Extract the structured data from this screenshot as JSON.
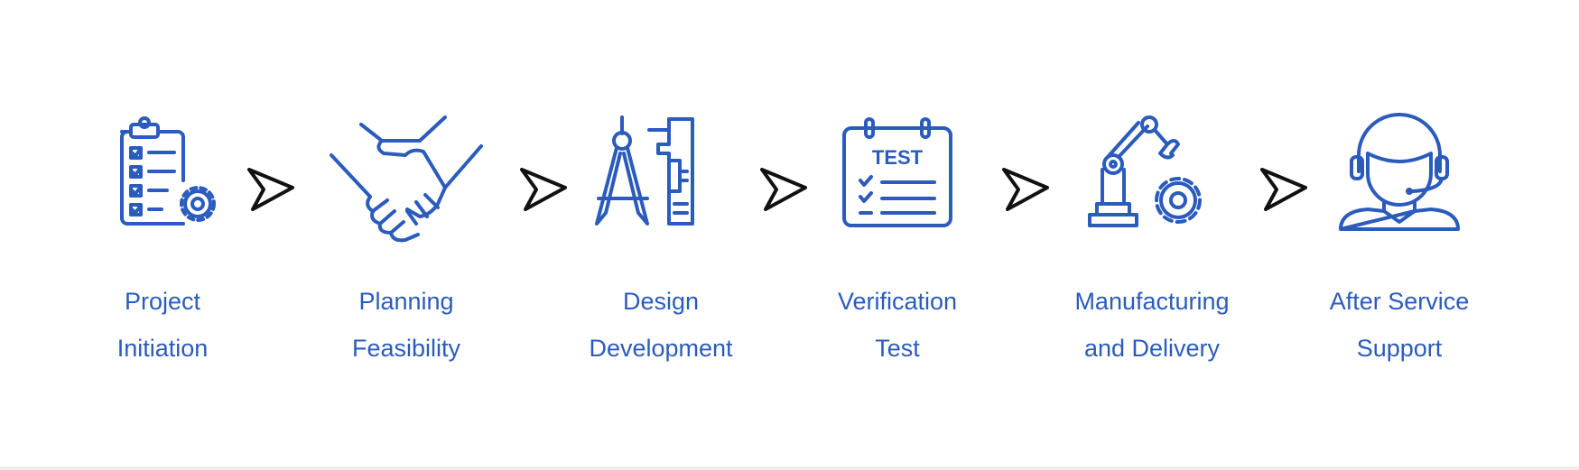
{
  "colors": {
    "accent": "#2a5bbd",
    "arrow": "#111111",
    "background": "#ffffff"
  },
  "steps": [
    {
      "icon": "clipboard-gear-icon",
      "line1": "Project",
      "line2": "Initiation"
    },
    {
      "icon": "handshake-icon",
      "line1": "Planning",
      "line2": "Feasibility"
    },
    {
      "icon": "compass-caliper-icon",
      "line1": "Design",
      "line2": "Development"
    },
    {
      "icon": "test-calendar-icon",
      "line1": "Verification",
      "line2": "Test",
      "icon_text": "TEST"
    },
    {
      "icon": "robot-arm-gear-icon",
      "line1": "Manufacturing",
      "line2": "and Delivery"
    },
    {
      "icon": "headset-agent-icon",
      "line1": "After Service",
      "line2": "Support"
    }
  ],
  "connector_icon": "arrow-right-icon"
}
